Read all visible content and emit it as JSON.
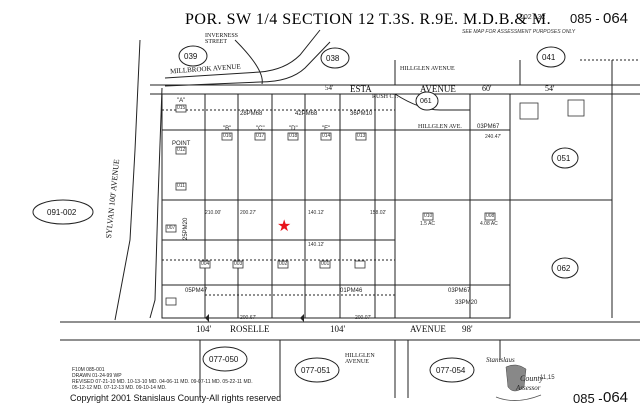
{
  "header": {
    "title": "POR. SW 1/4 SECTION 12 T.3S. R.9E. M.D.B.& M.",
    "book_code": "002 132",
    "page_prefix": "085 -",
    "page_number": "064",
    "note": "SEE MAP FOR ASSESSMENT PURPOSES ONLY"
  },
  "streets": {
    "inverness": "INVERNESS STREET",
    "millbrook": "MILLBROOK AVENUE",
    "hillglen_top": "HILLGLEN AVENUE",
    "esta": "ESTA",
    "avenue_top": "AVENUE",
    "rush_ct": "RUSH CT.",
    "hillglen_ave": "HILLGLEN AVE.",
    "sylvan": "SYLVAN 100' AVENUE",
    "roselle": "ROSELLE",
    "roselle_width": "104'",
    "roselle_width2": "104'",
    "avenue_bottom": "AVENUE",
    "avenue_bottom_width": "98'",
    "hillglen_bottom": "HILLGLEN AVENUE",
    "esta_width": "54'",
    "right_width1": "60'",
    "right_width2": "54'"
  },
  "neighbor_parcels": [
    {
      "id": "039",
      "name": "ellipse-039"
    },
    {
      "id": "038",
      "name": "ellipse-038"
    },
    {
      "id": "041",
      "name": "ellipse-041"
    },
    {
      "id": "061",
      "name": "ellipse-061"
    },
    {
      "id": "051",
      "name": "ellipse-051"
    },
    {
      "id": "062",
      "name": "ellipse-062"
    },
    {
      "id": "091-002",
      "name": "ellipse-091-002"
    },
    {
      "id": "077-050",
      "name": "ellipse-077-050"
    },
    {
      "id": "077-051",
      "name": "ellipse-077-051"
    },
    {
      "id": "077-054",
      "name": "ellipse-077-054"
    }
  ],
  "parcels": [
    {
      "num": "015",
      "name": "parcel-015"
    },
    {
      "num": "016",
      "name": "parcel-016"
    },
    {
      "num": "017",
      "name": "parcel-017"
    },
    {
      "num": "018",
      "name": "parcel-018"
    },
    {
      "num": "014",
      "name": "parcel-014"
    },
    {
      "num": "013",
      "name": "parcel-013"
    },
    {
      "num": "012",
      "name": "parcel-012"
    },
    {
      "num": "011",
      "name": "parcel-011"
    },
    {
      "num": "010",
      "name": "parcel-010"
    },
    {
      "num": "008",
      "name": "parcel-008"
    },
    {
      "num": "007",
      "name": "parcel-007"
    },
    {
      "num": "004",
      "name": "parcel-004"
    },
    {
      "num": "003",
      "name": "parcel-003"
    },
    {
      "num": "002",
      "name": "parcel-002"
    },
    {
      "num": "001",
      "name": "parcel-001"
    }
  ],
  "parcel_letters": {
    "a": "\"A\"",
    "b": "\"B\"",
    "c": "\"C\"",
    "d": "\"D\"",
    "e": "\"E\""
  },
  "plat_refs": {
    "pm1": "28PM68",
    "pm2": "42PM68",
    "pm3": "36PM10",
    "pm4": "05PM47",
    "pm5": "01PM46",
    "pm6": "03PM67",
    "pm7": "03PM67",
    "pm8": "33PM20",
    "pm9": "25PM20",
    "point": "POINT"
  },
  "dims": {
    "d1": "210.00'",
    "d2": "200.27'",
    "d3": "140.12'",
    "d4": "158.02'",
    "d5": "140.12'",
    "d6": "200.67'",
    "d7": "200.07'",
    "d8": "240.47'",
    "d9": "1.5 AC",
    "d10": "4.08 AC"
  },
  "footer": {
    "line1": "F10M  085-001",
    "line2": "DRAWN  01-24-99  WP",
    "line3": "REVISED  07-21-10 MD.  10-13-10 MD.  04-06-11 MD.  09-07-11 MD.  05-22-11 MD.",
    "line4": "          05-12-12 MD.  07-12-13 MD.  09-10-14 MD.",
    "copyright": "Copyright 2001 Stanislaus County-All rights reserved",
    "logo_top": "Stanislaus",
    "logo_county": "County",
    "logo_assessor": "Assessor",
    "logo_code": "11,15",
    "bottom_page_prefix": "085 -",
    "bottom_page_number": "064"
  },
  "markers": {
    "star_color": "#e8141b",
    "star": "★"
  }
}
